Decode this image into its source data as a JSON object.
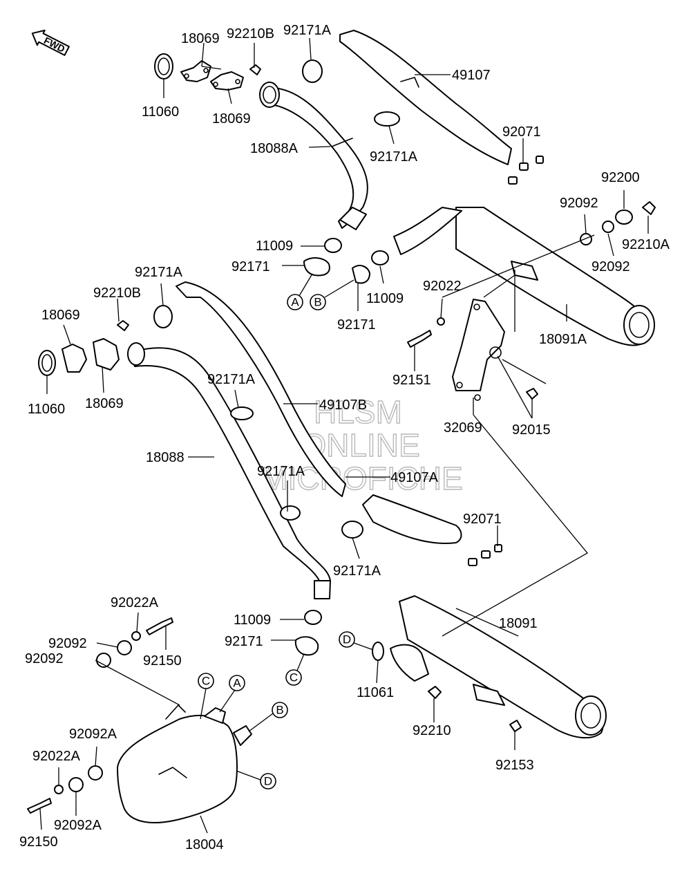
{
  "direction_indicator": {
    "label": "FWD"
  },
  "watermark": {
    "line1": "HLSM",
    "line2": "ONLINE",
    "line3": "MICROFICHE"
  },
  "part_labels": [
    {
      "id": "p1",
      "text": "18069"
    },
    {
      "id": "p2",
      "text": "92210B"
    },
    {
      "id": "p3",
      "text": "92171A"
    },
    {
      "id": "p4",
      "text": "49107"
    },
    {
      "id": "p5",
      "text": "11060"
    },
    {
      "id": "p6",
      "text": "18069"
    },
    {
      "id": "p7",
      "text": "18088A"
    },
    {
      "id": "p8",
      "text": "92171A"
    },
    {
      "id": "p9",
      "text": "92071"
    },
    {
      "id": "p10",
      "text": "92200"
    },
    {
      "id": "p11",
      "text": "92092"
    },
    {
      "id": "p12",
      "text": "92210A"
    },
    {
      "id": "p13",
      "text": "92092"
    },
    {
      "id": "p14",
      "text": "11009"
    },
    {
      "id": "p15",
      "text": "92171"
    },
    {
      "id": "p16",
      "text": "11009"
    },
    {
      "id": "p17",
      "text": "92171"
    },
    {
      "id": "p18",
      "text": "92022"
    },
    {
      "id": "p19",
      "text": "18091A"
    },
    {
      "id": "p20",
      "text": "92171A"
    },
    {
      "id": "p21",
      "text": "92210B"
    },
    {
      "id": "p22",
      "text": "18069"
    },
    {
      "id": "p23",
      "text": "11060"
    },
    {
      "id": "p24",
      "text": "18069"
    },
    {
      "id": "p25",
      "text": "92151"
    },
    {
      "id": "p26",
      "text": "92171A"
    },
    {
      "id": "p27",
      "text": "49107B"
    },
    {
      "id": "p28",
      "text": "32069"
    },
    {
      "id": "p29",
      "text": "92015"
    },
    {
      "id": "p30",
      "text": "18088"
    },
    {
      "id": "p31",
      "text": "92171A"
    },
    {
      "id": "p32",
      "text": "49107A"
    },
    {
      "id": "p33",
      "text": "92071"
    },
    {
      "id": "p34",
      "text": "92171A"
    },
    {
      "id": "p35",
      "text": "92022A"
    },
    {
      "id": "p36",
      "text": "11009"
    },
    {
      "id": "p37",
      "text": "18091"
    },
    {
      "id": "p38",
      "text": "92092"
    },
    {
      "id": "p39",
      "text": "92171"
    },
    {
      "id": "p40",
      "text": "92092"
    },
    {
      "id": "p41",
      "text": "92150"
    },
    {
      "id": "p42",
      "text": "11061"
    },
    {
      "id": "p43",
      "text": "92210"
    },
    {
      "id": "p44",
      "text": "92092A"
    },
    {
      "id": "p45",
      "text": "92022A"
    },
    {
      "id": "p46",
      "text": "92153"
    },
    {
      "id": "p47",
      "text": "92150"
    },
    {
      "id": "p48",
      "text": "92092A"
    },
    {
      "id": "p49",
      "text": "18004"
    }
  ],
  "reference_markers": [
    {
      "id": "r1",
      "letter": "A"
    },
    {
      "id": "r2",
      "letter": "B"
    },
    {
      "id": "r3",
      "letter": "D"
    },
    {
      "id": "r4",
      "letter": "C"
    },
    {
      "id": "r5",
      "letter": "C"
    },
    {
      "id": "r6",
      "letter": "A"
    },
    {
      "id": "r7",
      "letter": "B"
    },
    {
      "id": "r8",
      "letter": "D"
    }
  ]
}
